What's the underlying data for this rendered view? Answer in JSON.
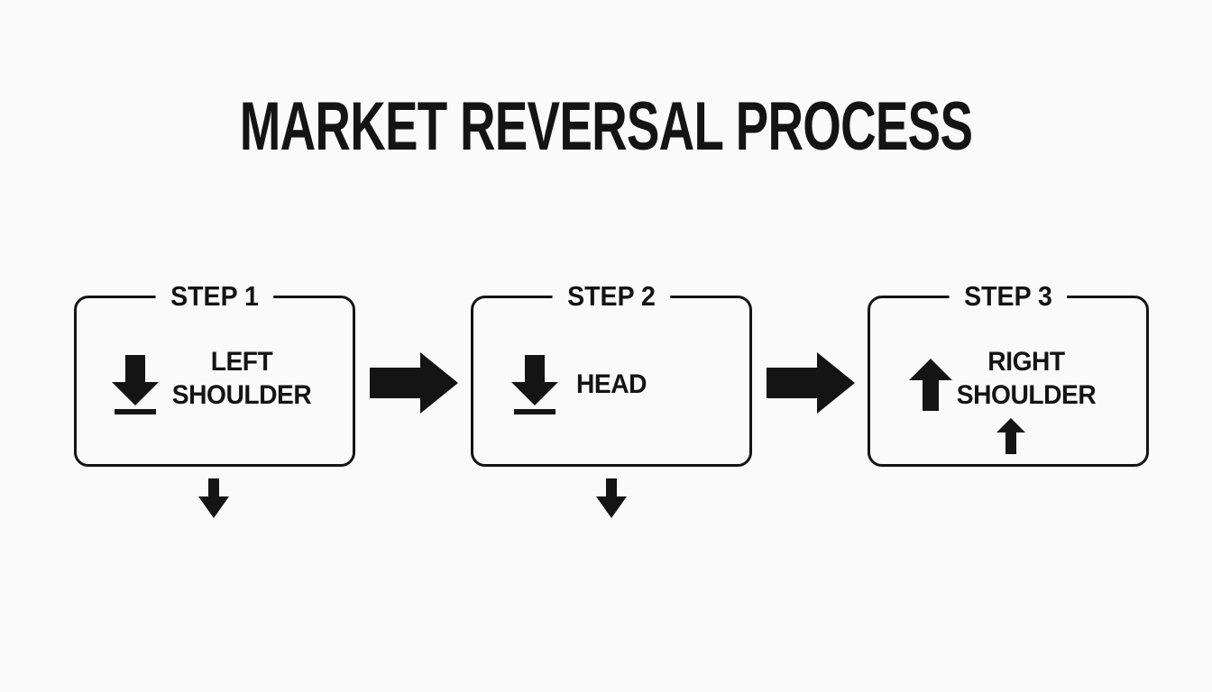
{
  "page": {
    "title": "MARKET REVERSAL PROCESS",
    "background_color": "#fafafa",
    "ink_color": "#141414"
  },
  "steps": [
    {
      "label": "STEP 1",
      "line1": "LEFT",
      "line2": "SHOULDER",
      "icon": "download-arrow-icon"
    },
    {
      "label": "STEP 2",
      "line1": "HEAD",
      "icon": "download-arrow-icon"
    },
    {
      "label": "STEP 3",
      "line1": "RIGHT",
      "line2": "SHOULDER",
      "icon": "up-arrow-icon",
      "secondary_icon": "up-arrow-small-icon"
    }
  ],
  "connectors": {
    "between_step_1_and_2": "right-arrow-icon",
    "between_step_2_and_3": "right-arrow-icon",
    "below_step_1": "down-arrow-icon",
    "below_step_2": "down-arrow-icon"
  }
}
